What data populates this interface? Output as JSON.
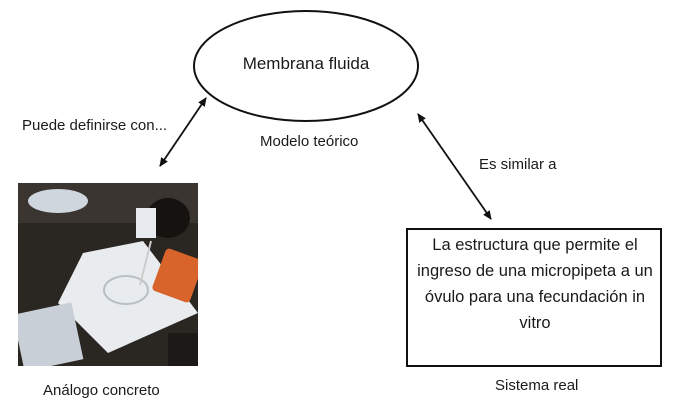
{
  "diagram": {
    "center_node": "Membrana fluida",
    "center_caption": "Modelo teórico",
    "left_edge_label": "Puede definirse con...",
    "right_edge_label": "Es similar a",
    "real_system_text": "La estructura que permite el ingreso de una micropipeta a un óvulo para una fecundación in vitro",
    "real_system_caption": "Sistema real",
    "concrete_caption": "Análogo concreto"
  },
  "colors": {
    "line": "#111111",
    "background": "#ffffff",
    "photo_dark": "#2a2622",
    "photo_plate": "#e9ecef",
    "photo_container": "#d8642c"
  }
}
